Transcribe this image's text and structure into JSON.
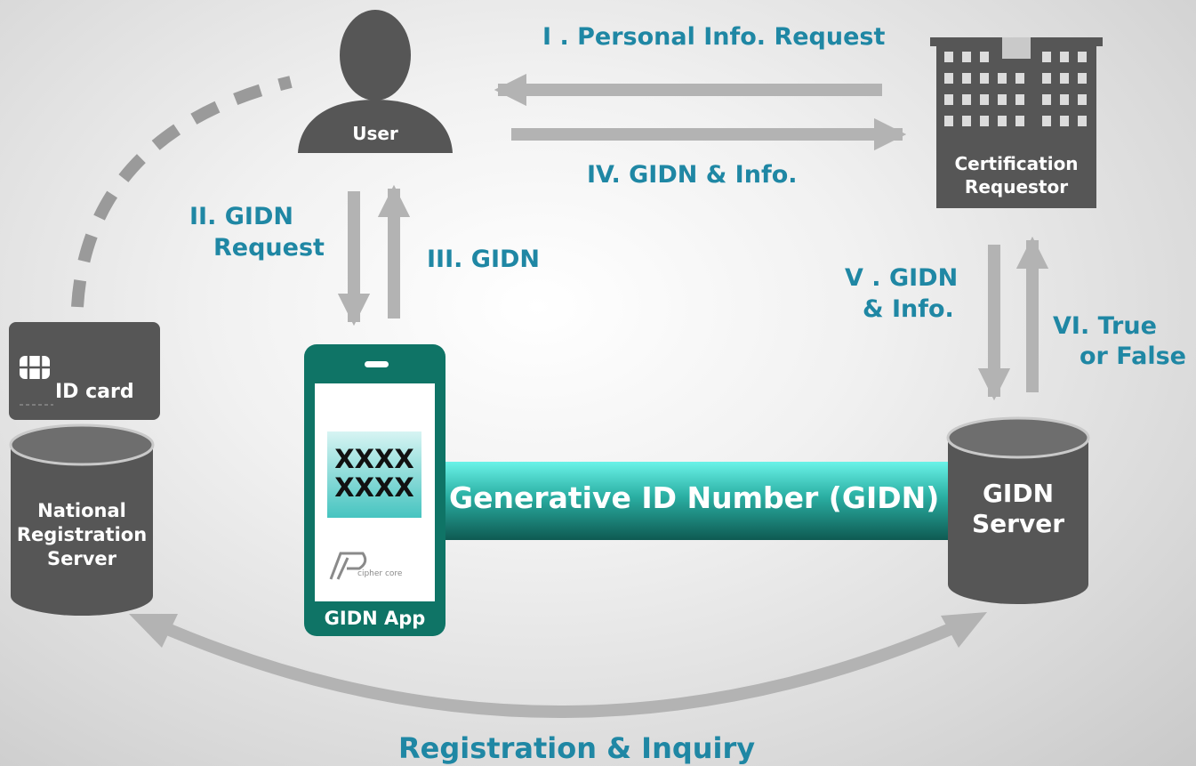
{
  "colors": {
    "accent": "#1f87a4",
    "node_gray": "#565656",
    "phone_green": "#0f7466",
    "arrow_gray": "#b3b3b3",
    "band_start": "#5ff2e6",
    "band_end": "#0e5e55"
  },
  "steps": {
    "step1": "I . Personal Info. Request",
    "step2_line1": "II. GIDN",
    "step2_line2": "Request",
    "step3": "III. GIDN",
    "step4": "IV. GIDN & Info.",
    "step5_line1": "V . GIDN",
    "step5_line2": "& Info.",
    "step6_line1": "VI. True",
    "step6_line2": "or False"
  },
  "nodes": {
    "user": "User",
    "requestor_line1": "Certification",
    "requestor_line2": "Requestor",
    "id_card": "ID card",
    "national_line1": "National",
    "national_line2": "Registration",
    "national_line3": "Server",
    "gidn_server_line1": "GIDN",
    "gidn_server_line2": "Server",
    "app_label": "GIDN App",
    "app_code_line1": "XXXX",
    "app_code_line2": "XXXX",
    "app_logo_text": "cipher core"
  },
  "band_label": "Generative ID Number (GIDN)",
  "bottom_label": "Registration & Inquiry",
  "icons": {
    "user": "person-silhouette-icon",
    "requestor": "building-icon",
    "card_chip": "chip-icon",
    "logo": "cipher-core-logo-icon"
  }
}
